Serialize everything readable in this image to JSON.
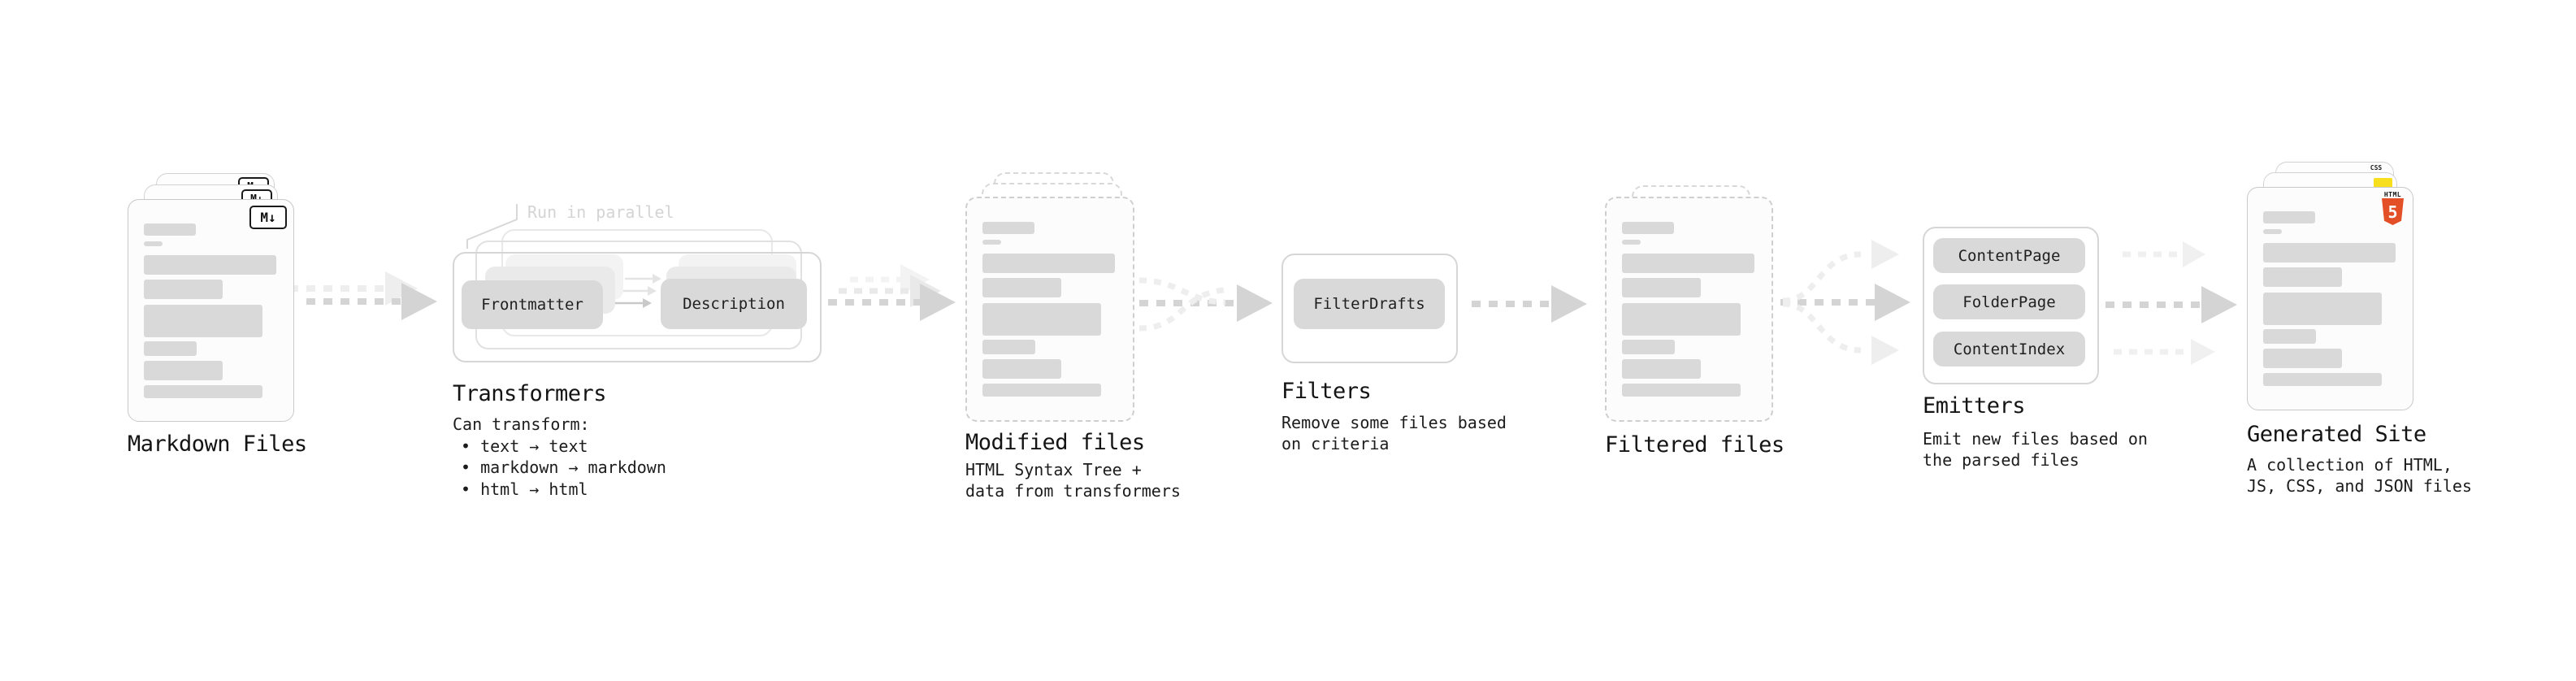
{
  "sections": {
    "markdown_files": {
      "label": "Markdown Files",
      "file_badge": "M↓"
    },
    "transformers": {
      "label": "Transformers",
      "annotation": "Run in parallel",
      "buttons": [
        "Frontmatter",
        "Description"
      ],
      "notes_title": "Can transform:",
      "bullets": [
        "• text → text",
        "• markdown → markdown",
        "• html → html"
      ]
    },
    "modified_files": {
      "label": "Modified files",
      "description_lines": [
        "HTML Syntax Tree +",
        "data from transformers"
      ]
    },
    "filters": {
      "label": "Filters",
      "pill": "FilterDrafts",
      "description_lines": [
        "Remove some files based",
        "on criteria"
      ]
    },
    "filtered_files": {
      "label": "Filtered files"
    },
    "emitters": {
      "label": "Emitters",
      "pills": [
        "ContentPage",
        "FolderPage",
        "ContentIndex"
      ],
      "description_lines": [
        "Emit new files based on",
        "the parsed files"
      ]
    },
    "generated_site": {
      "label": "Generated Site",
      "description_lines": [
        "A collection of HTML,",
        "JS, CSS, and JSON files"
      ],
      "badges": {
        "css_label": "CSS",
        "html_label": "HTML",
        "html_number": "5"
      }
    }
  },
  "colors": {
    "doc_bar": "#d9d9d9",
    "pill_fill": "#d9d9d9",
    "arrow": "#d4d4d4",
    "arrow_faint": "#eeeeee",
    "annotation_text": "#d4d4d4",
    "text": "#141414",
    "html5_orange": "#e34f26",
    "js_yellow": "#f7df1e",
    "css_blue": "#2d63ea"
  }
}
